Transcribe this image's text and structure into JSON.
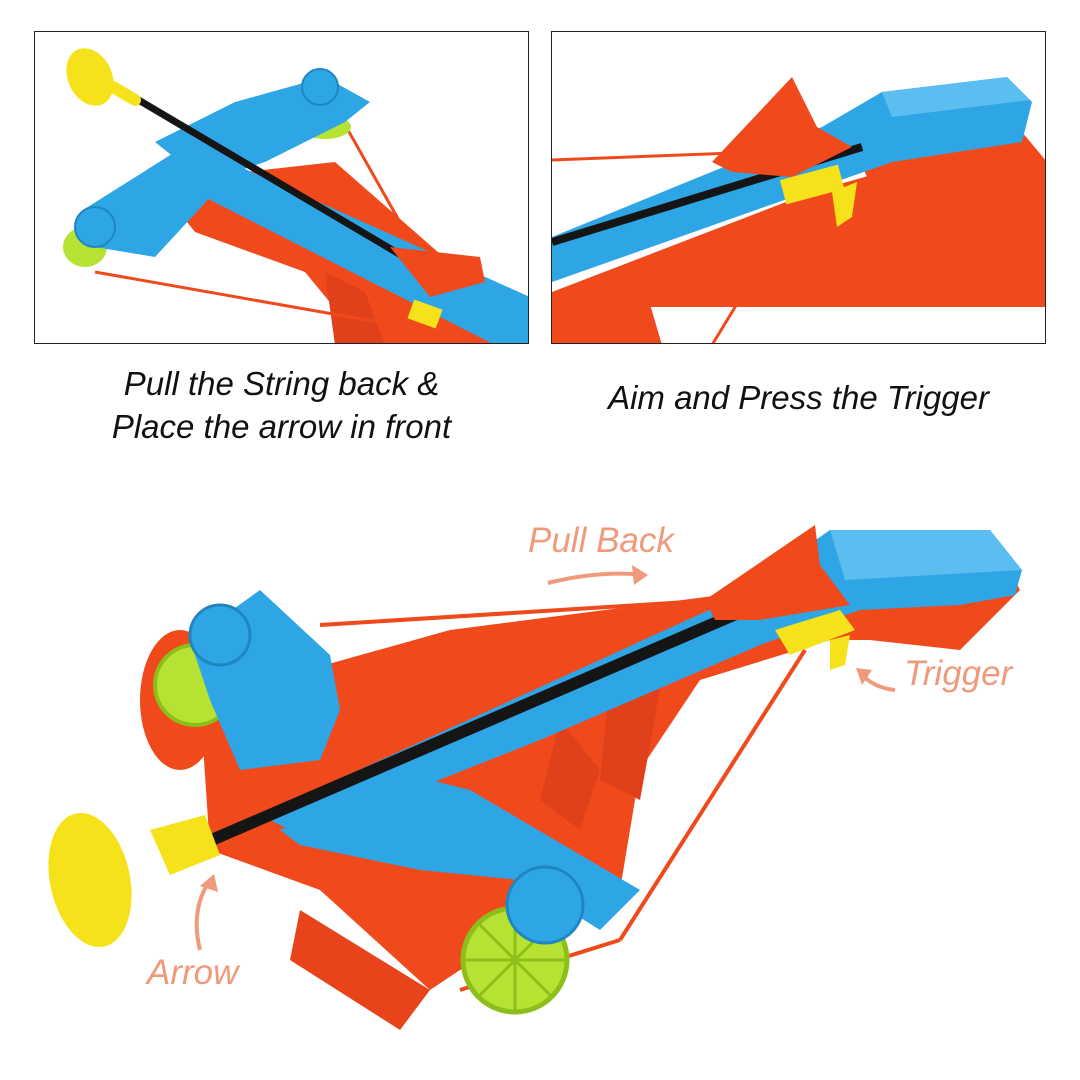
{
  "captions": {
    "left": [
      "Pull the String back &",
      "Place the arrow in front"
    ],
    "right": "Aim and Press the Trigger"
  },
  "callouts": {
    "pull_back": "Pull Back",
    "trigger": "Trigger",
    "arrow": "Arrow"
  },
  "colors": {
    "blue": "#2ea6e6",
    "orange": "#f04a1c",
    "yellow": "#f5e21a",
    "lime": "#b6e233",
    "black": "#151515",
    "callout": "#f09a7c"
  }
}
